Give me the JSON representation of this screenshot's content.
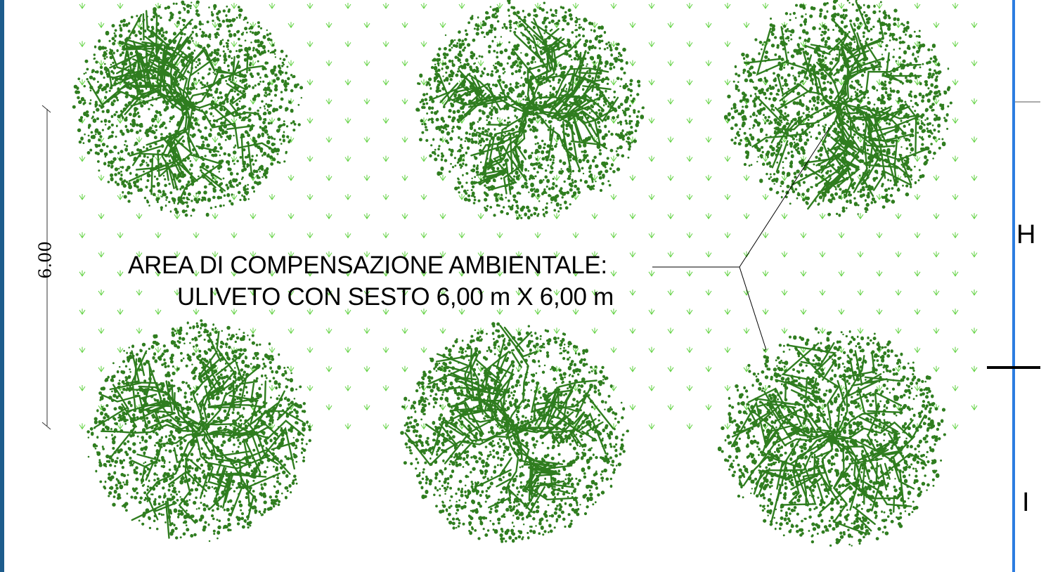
{
  "annotation": {
    "line1": "AREA DI COMPENSAZIONE AMBIENTALE:",
    "line2": "ULIVETO CON SESTO 6,00 m X 6,00 m"
  },
  "dimension": {
    "value": "6.00"
  },
  "zones": {
    "upper": "H",
    "lower": "I"
  },
  "colors": {
    "tree_foliage": "#2f7d1f",
    "grass_symbol": "#5fd13f",
    "border_blue": "#2b7de0",
    "left_edge": "#1d5c8c",
    "linework": "#000000"
  },
  "symbols": {
    "tree": "olive-tree-plan-icon",
    "grass": "grass-hatch-icon"
  }
}
